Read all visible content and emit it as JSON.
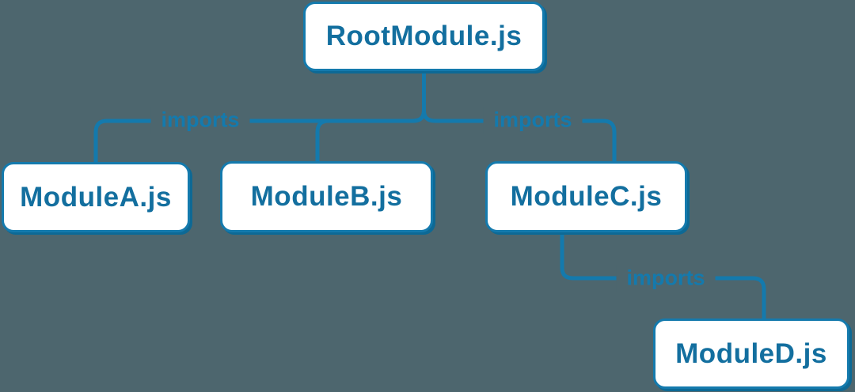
{
  "nodes": [
    {
      "id": "root",
      "label": "RootModule.js"
    },
    {
      "id": "moduleA",
      "label": "ModuleA.js"
    },
    {
      "id": "moduleB",
      "label": "ModuleB.js"
    },
    {
      "id": "moduleC",
      "label": "ModuleC.js"
    },
    {
      "id": "moduleD",
      "label": "ModuleD.js"
    }
  ],
  "edges": [
    {
      "from": "RootModule.js",
      "to": "ModuleA.js",
      "label": "imports"
    },
    {
      "from": "RootModule.js",
      "to": "ModuleB.js",
      "label": ""
    },
    {
      "from": "RootModule.js",
      "to": "ModuleC.js",
      "label": "imports"
    },
    {
      "from": "ModuleC.js",
      "to": "ModuleD.js",
      "label": "imports"
    }
  ],
  "colors": {
    "background": "#4d666e",
    "line": "#147aad",
    "node_bg": "#ffffff",
    "node_text": "#136f9f",
    "node_shadow": "#0d6995"
  }
}
